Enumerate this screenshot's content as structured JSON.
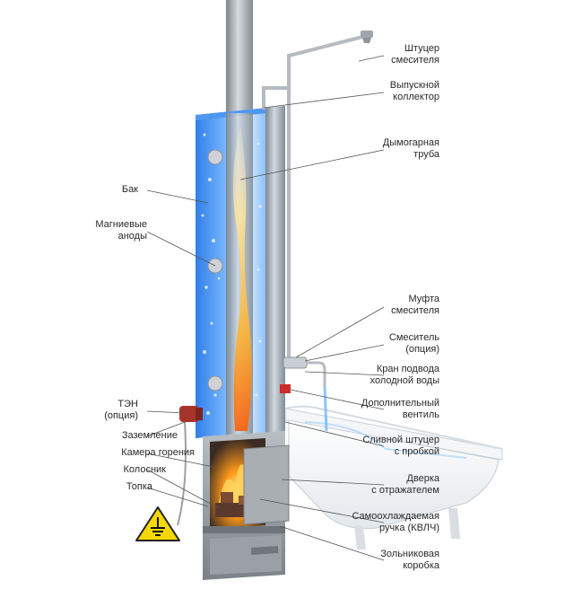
{
  "labels_left": {
    "tank": "Бак",
    "anodes_l1": "Магниевые",
    "anodes_l2": "аноды",
    "ten_l1": "ТЭН",
    "ten_l2": "(опция)",
    "ground": "Заземление",
    "chamber": "Камера горения",
    "grate": "Колосник",
    "firebox": "Топка"
  },
  "labels_right": {
    "fitting_l1": "Штуцер",
    "fitting_l2": "смесителя",
    "collector_l1": "Выпускной",
    "collector_l2": "коллектор",
    "chimney_l1": "Дымогарная",
    "chimney_l2": "труба",
    "coupling_l1": "Муфта",
    "coupling_l2": "смесителя",
    "mixer_l1": "Смеситель",
    "mixer_l2": "(опция)",
    "valve_l1": "Кран подвода",
    "valve_l2": "холодной воды",
    "extra_valve_l1": "Дополнительный",
    "extra_valve_l2": "вентиль",
    "drain_l1": "Сливной штуцер",
    "drain_l2": "с пробкой",
    "door_l1": "Дверка",
    "door_l2": "с отражателем",
    "handle_l1": "Самоохлаждаемая",
    "handle_l2": "ручка (КВЛЧ)",
    "ashbox_l1": "Зольниковая",
    "ashbox_l2": "коробка"
  },
  "colors": {
    "water": "#3d8ff0",
    "steel": "#9ea4ab",
    "flame": "#ffa620",
    "warning": "#f5d800"
  },
  "icons": [
    "ground-warning-icon",
    "shower-head-icon"
  ]
}
